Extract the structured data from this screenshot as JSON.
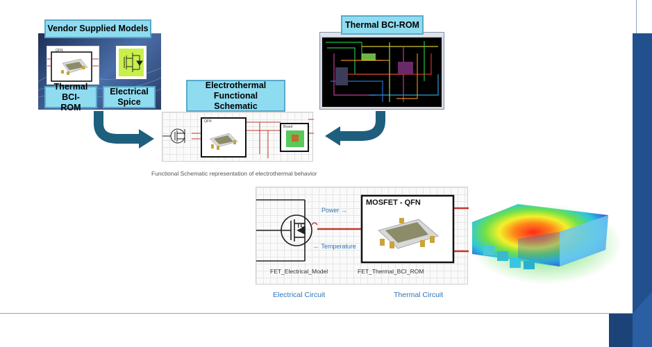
{
  "vendor": {
    "title": "Vendor Supplied Models",
    "thermal_label": "Thermal BCI-ROM",
    "electrical_label": "Electrical Spice",
    "qfn_tag": "QFN"
  },
  "pcb": {
    "title": "Thermal BCI-ROM"
  },
  "schematic": {
    "title": "Electrothermal Functional Schematic",
    "qfn_tag": "QFN",
    "board_tag": "Board",
    "caption": "Functional Schematic representation of electrothermal behavior"
  },
  "detail": {
    "mosfet_title": "MOSFET - QFN",
    "tc_label": "TC",
    "power_label": "Power →",
    "temperature_label": "← Temperature",
    "fet_electrical": "FET_Electrical_Model",
    "fet_thermal": "FET_Thermal_BCI_ROM",
    "electrical_circuit": "Electrical Circuit",
    "thermal_circuit": "Thermal Circuit"
  },
  "colors": {
    "accent_navy": "#22508e",
    "label_fill": "#8fdcf0",
    "arrow_teal": "#1f5f7e",
    "wire_red": "#c0392b",
    "text_blue": "#2f74b8"
  }
}
